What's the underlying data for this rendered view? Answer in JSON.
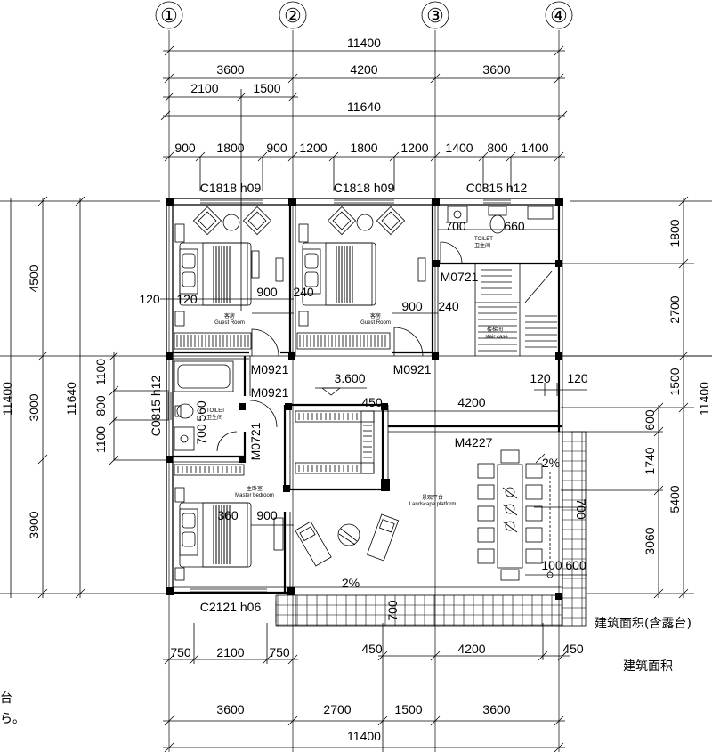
{
  "axes": {
    "a1": "①",
    "a2": "②",
    "a3": "③",
    "a4": "④"
  },
  "top_dims": {
    "total1": "11400",
    "row2": [
      "3600",
      "4200",
      "3600"
    ],
    "row3": [
      "2100",
      "1500"
    ],
    "total2": "11640",
    "row5": [
      "900",
      "1800",
      "900",
      "1200",
      "1800",
      "1200",
      "1400",
      "800",
      "1400"
    ]
  },
  "windows": {
    "w1": "C1818 h09",
    "w2": "C1818 h09",
    "w3": "C0815 h12",
    "w4": "C2121 h06",
    "w5": "C0815 h12"
  },
  "doors": {
    "d1": "M0921",
    "d2": "M0921",
    "d3": "M0921",
    "d4": "M0721",
    "d5": "M0721",
    "d6": "M4227"
  },
  "left_dims": {
    "outer": "11400",
    "mid": "11640",
    "parts": [
      "4500",
      "3000",
      "3900"
    ],
    "inner": [
      "1100",
      "800",
      "1100"
    ]
  },
  "right_dims": {
    "outer": "11400",
    "parts": [
      "1800",
      "2700",
      "1500",
      "5400"
    ],
    "inner": [
      "600",
      "1740",
      "3060"
    ]
  },
  "inner_dims": {
    "i1": "120",
    "i2": "120",
    "i3": "900",
    "i4": "240",
    "i5": "900",
    "i6": "240",
    "i7": "700",
    "i8": "660",
    "i9": "120",
    "i10": "120",
    "i11": "450",
    "i12": "4200",
    "i13": "700",
    "i14": "560",
    "i15": "360",
    "i16": "900",
    "i17": "700",
    "i18": "100",
    "i19": "600",
    "i20": "700"
  },
  "level": "3.600",
  "slopes": {
    "s1": "2%",
    "s2": "2%"
  },
  "rooms": {
    "guest1_cn": "客房",
    "guest1_en": "Guest Room",
    "guest2_cn": "客房",
    "guest2_en": "Guest Room",
    "toilet1_en": "TOILET",
    "toilet1_cn": "卫生间",
    "stair_cn": "楼梯间",
    "stair_en": "stair case",
    "toilet2_en": "TOILET",
    "toilet2_cn": "卫生间",
    "master_cn": "主卧室",
    "master_en": "Master bedroom",
    "platform_cn": "景观平台",
    "platform_en": "Landscape platform"
  },
  "bottom_dims": {
    "row1": [
      "750",
      "2100",
      "750"
    ],
    "row2": [
      "450",
      "4200",
      "450"
    ],
    "row3": [
      "3600",
      "2700",
      "1500",
      "3600"
    ],
    "total": "11400"
  },
  "notes": {
    "area_incl": "建筑面积(含露台)",
    "area": "建筑面积",
    "edge1": "台",
    "edge2": "ら。"
  }
}
